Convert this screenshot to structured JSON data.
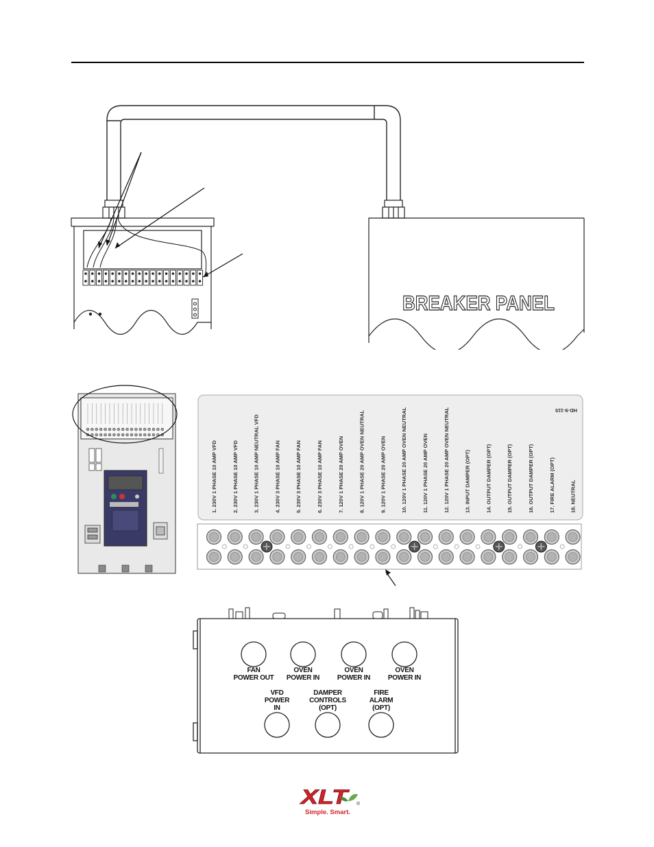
{
  "breaker_panel": {
    "label": "BREAKER PANEL"
  },
  "terminal_strip": {
    "part_code": "HD-9-115",
    "terminals": [
      "1.  230V 1 PHASE 10 AMP VFD",
      "2.  230V 1 PHASE 10 AMP VFD",
      "3.  230V 1 PHASE 10 AMP NEUTRAL VFD",
      "4.  230V 3 PHASE 10 AMP FAN",
      "5.  230V 3 PHASE 10 AMP FAN",
      "6.  230V 3 PHASE 10 AMP FAN",
      "7.  120V 1 PHASE 20 AMP OVEN",
      "8.  120V 1 PHASE 20 AMP OVEN NEUTRAL",
      "9.  120V 1 PHASE 20 AMP OVEN",
      "10. 120V 1 PHASE 20 AMP OVEN NEUTRAL",
      "11.  120V 1 PHASE 20 AMP OVEN",
      "12.  120V 1 PHASE 20 AMP OVEN NEUTRAL",
      "13.  INPUT DAMPER (OPT)",
      "14.  OUTPUT DAMPER (OPT)",
      "15.  OUTPUT DAMPER (OPT)",
      "16.  OUTPUT DAMPER (OPT)",
      "17.  FIRE ALARM (OPT)",
      "18.  NEUTRAL"
    ]
  },
  "connection_box": {
    "top_row": [
      [
        "FAN",
        "POWER OUT"
      ],
      [
        "OVEN",
        "POWER IN"
      ],
      [
        "OVEN",
        "POWER IN"
      ],
      [
        "OVEN",
        "POWER IN"
      ]
    ],
    "bottom_row": [
      [
        "VFD",
        "POWER",
        "IN"
      ],
      [
        "DAMPER",
        "CONTROLS",
        "(OPT)"
      ],
      [
        "FIRE",
        "ALARM",
        "(OPT)"
      ]
    ]
  },
  "logo": {
    "brand": "XLT",
    "registered": "®",
    "tagline": "Simple. Smart."
  },
  "colors": {
    "logo_red": "#d2232a",
    "logo_green": "#6aa84f",
    "terminal_fill": "#c9c9c9"
  }
}
